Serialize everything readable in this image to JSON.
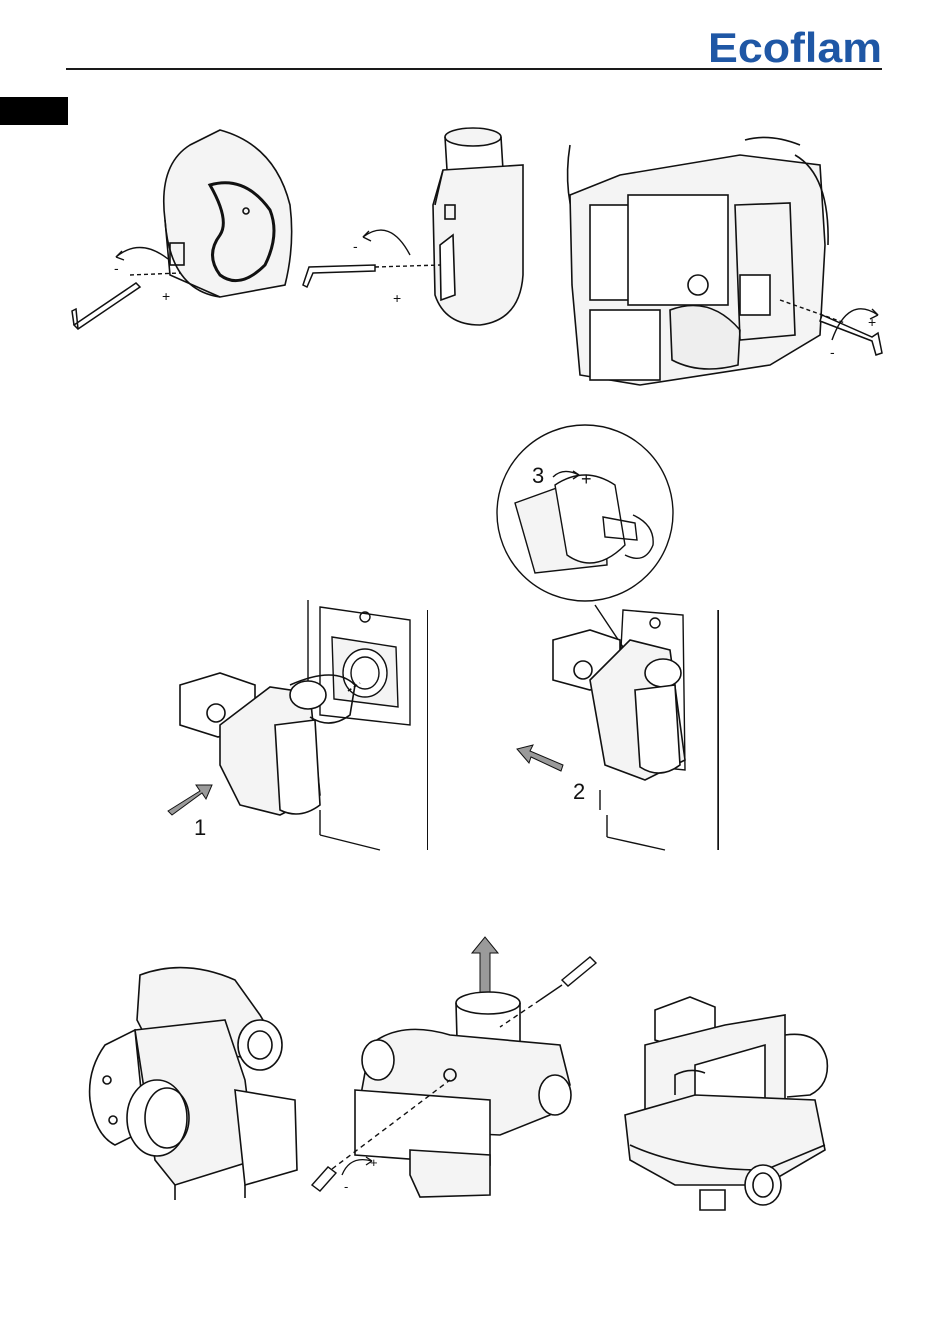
{
  "header": {
    "brand": "Ecoflam",
    "brand_color": "#1f57a5",
    "lang_tab_color": "#000000"
  },
  "step_labels": {
    "push_in": "1",
    "push_back": "2",
    "tighten": "3",
    "tighten_sign": "+"
  },
  "rotation_signs": {
    "loosen": "-",
    "tighten": "+"
  },
  "icons": [
    "hex-key-icon",
    "screwdriver-icon",
    "rotation-arrow-icon",
    "push-arrow-icon",
    "pull-up-arrow-icon"
  ]
}
